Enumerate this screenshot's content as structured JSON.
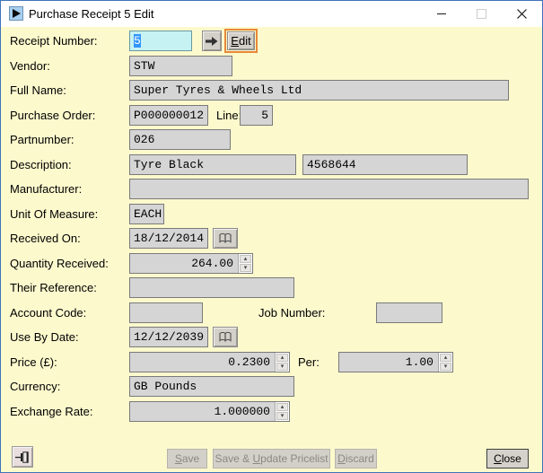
{
  "window": {
    "title": "Purchase Receipt 5 Edit"
  },
  "colors": {
    "dialog_background": "#FCF9CD",
    "field_background": "#D5D5D5",
    "active_field_background": "#C7F2F3",
    "selection_blue": "#3296FB",
    "focus_ring_orange": "#E78838",
    "window_border_blue": "#3F73B9"
  },
  "icons": {
    "app_icon": "black-play-triangle-on-blue",
    "minimize": "minus-line",
    "maximize": "square-outline",
    "close": "x-cross",
    "goto": "right-arrow",
    "date_lookup": "open-book",
    "pin": "push-pin",
    "spin_up": "▴",
    "spin_down": "▾"
  },
  "form": {
    "receipt_number": {
      "label": "Receipt Number:",
      "value": "5",
      "edit_accel": "E",
      "edit_rest": "dit"
    },
    "vendor": {
      "label": "Vendor:",
      "value": "STW"
    },
    "full_name": {
      "label": "Full Name:",
      "value": "Super Tyres & Wheels Ltd"
    },
    "purchase_order": {
      "label": "Purchase Order:",
      "value": "P000000012",
      "line_label": "Line:",
      "line_value": "5"
    },
    "partnumber": {
      "label": "Partnumber:",
      "value": "026"
    },
    "description": {
      "label": "Description:",
      "value1": "Tyre Black",
      "value2": "4568644"
    },
    "manufacturer": {
      "label": "Manufacturer:",
      "value": ""
    },
    "unit_of_measure": {
      "label": "Unit Of Measure:",
      "value": "EACH"
    },
    "received_on": {
      "label": "Received On:",
      "value": "18/12/2014"
    },
    "quantity_received": {
      "label": "Quantity Received:",
      "value": "264.00"
    },
    "their_reference": {
      "label": "Their Reference:",
      "value": ""
    },
    "account_code": {
      "label": "Account Code:",
      "value": "",
      "job_label": "Job Number:",
      "job_value": ""
    },
    "use_by_date": {
      "label": "Use By Date:",
      "value": "12/12/2039"
    },
    "price": {
      "label": "Price (£):",
      "value": "0.2300",
      "per_label": "Per:",
      "per_value": "1.00"
    },
    "currency": {
      "label": "Currency:",
      "value": "GB Pounds"
    },
    "exchange_rate": {
      "label": "Exchange Rate:",
      "value": "1.000000"
    }
  },
  "footer": {
    "save": {
      "accel": "S",
      "rest": "ave"
    },
    "save_update": {
      "pre": "Save & ",
      "accel": "U",
      "rest": "pdate Pricelist"
    },
    "discard": {
      "accel": "D",
      "rest": "iscard"
    },
    "close": {
      "accel": "C",
      "rest": "lose"
    }
  }
}
